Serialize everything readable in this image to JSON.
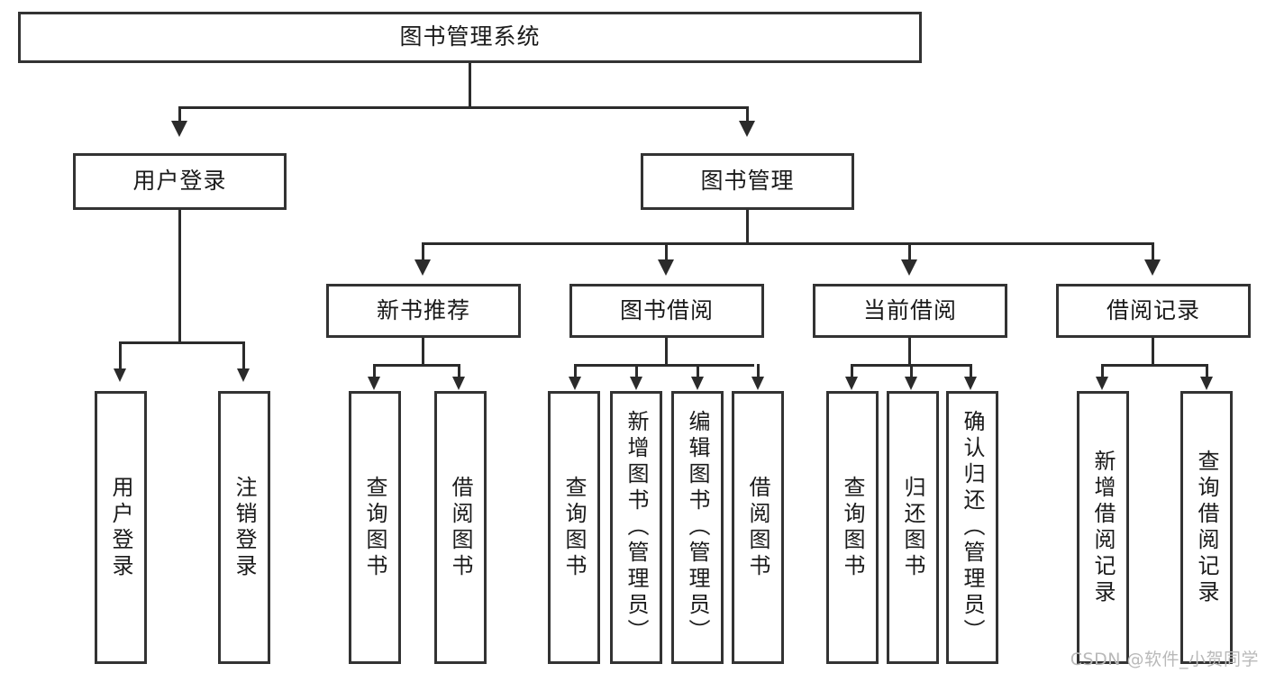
{
  "diagram": {
    "title": "图书管理系统",
    "root": {
      "label": "图书管理系统"
    },
    "level2": [
      {
        "label": "用户登录"
      },
      {
        "label": "图书管理"
      }
    ],
    "level3": [
      {
        "label": "新书推荐"
      },
      {
        "label": "图书借阅"
      },
      {
        "label": "当前借阅"
      },
      {
        "label": "借阅记录"
      }
    ],
    "leaves": {
      "user_login": [
        {
          "label": "用户登录"
        },
        {
          "label": "注销登录"
        }
      ],
      "new_book_recommend": [
        {
          "label": "查询图书"
        },
        {
          "label": "借阅图书"
        }
      ],
      "book_borrow": [
        {
          "label": "查询图书"
        },
        {
          "label": "新增图书（管理员）"
        },
        {
          "label": "编辑图书（管理员）"
        },
        {
          "label": "借阅图书"
        }
      ],
      "current_borrow": [
        {
          "label": "查询图书"
        },
        {
          "label": "归还图书"
        },
        {
          "label": "确认归还（管理员）"
        }
      ],
      "borrow_record": [
        {
          "label": "新增借阅记录"
        },
        {
          "label": "查询借阅记录"
        }
      ]
    }
  },
  "watermark": {
    "text": "CSDN @软件_小贺同学"
  },
  "colors": {
    "border": "#333333",
    "connector": "#2b2b2b",
    "text": "#1a1a1a",
    "background": "#ffffff",
    "watermark": "#b9b9b9"
  }
}
